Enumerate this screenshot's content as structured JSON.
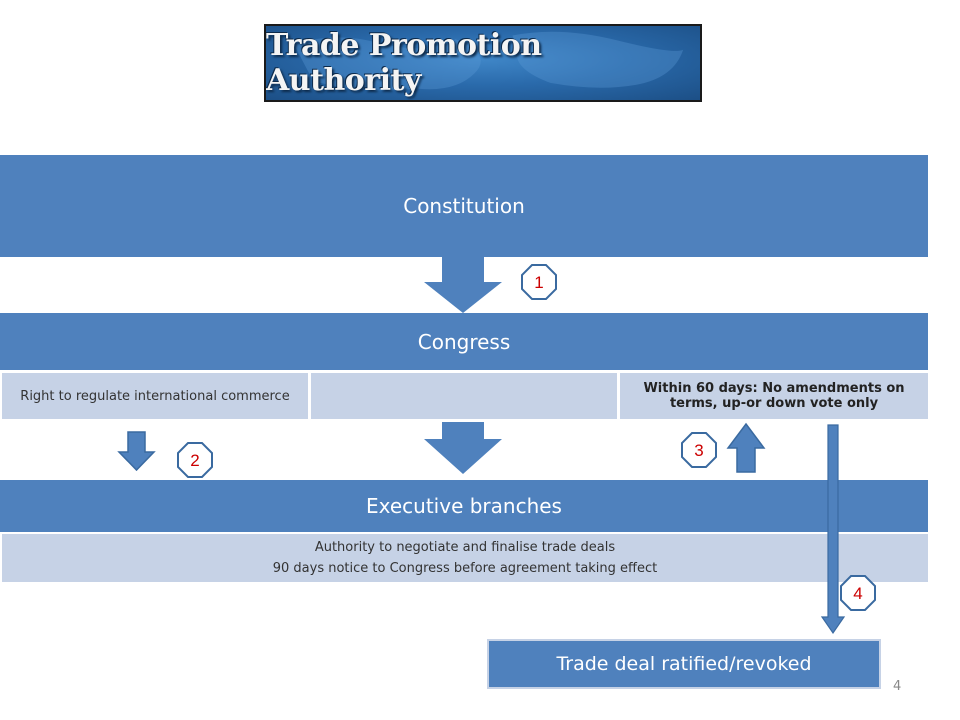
{
  "title": "Trade Promotion Authority",
  "constitution": {
    "label": "Constitution"
  },
  "congress": {
    "label": "Congress",
    "left_cell": "Right to regulate international commerce",
    "middle_cell": "",
    "right_cell": "Within 60 days: No amendments on terms, up-or down vote only"
  },
  "executive": {
    "label": "Executive branches",
    "line1": "Authority to negotiate and finalise trade deals",
    "line2": "90 days notice to Congress before agreement taking effect"
  },
  "result": {
    "label": "Trade deal ratified/revoked"
  },
  "steps": [
    "1",
    "2",
    "3",
    "4"
  ],
  "page_number": "4",
  "colors": {
    "bar_dark": "#4f81bd",
    "bar_light": "#c6d2e6",
    "arrow_fill": "#4f81bd",
    "step_number": "#cc0000",
    "banner": "#2a6aab"
  }
}
